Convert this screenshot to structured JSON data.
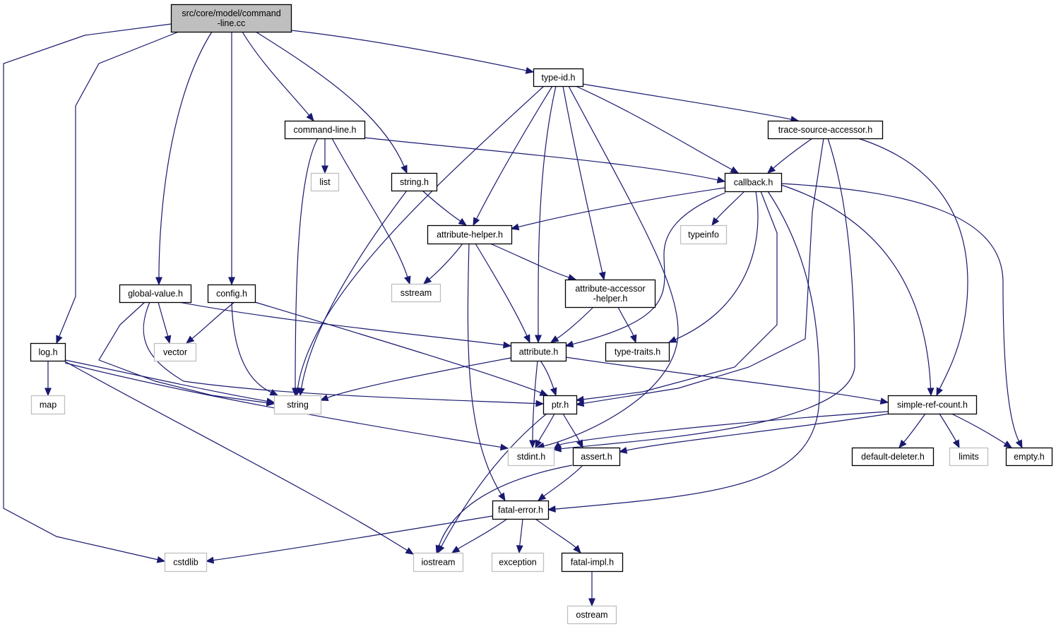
{
  "diagram": {
    "type": "include-dependency-graph",
    "colors": {
      "edge": "#191970",
      "root_fill": "#bfbfbf",
      "header_border": "#000000",
      "system_border": "#bfbfbf"
    },
    "nodes": [
      {
        "id": "root",
        "label": [
          "src/core/model/command",
          "-line.cc"
        ],
        "kind": "root"
      },
      {
        "id": "type-id",
        "label": [
          "type-id.h"
        ],
        "kind": "header"
      },
      {
        "id": "command-line",
        "label": [
          "command-line.h"
        ],
        "kind": "header"
      },
      {
        "id": "trace-source-accessor",
        "label": [
          "trace-source-accessor.h"
        ],
        "kind": "header"
      },
      {
        "id": "list",
        "label": [
          "list"
        ],
        "kind": "system"
      },
      {
        "id": "string-h",
        "label": [
          "string.h"
        ],
        "kind": "header"
      },
      {
        "id": "callback",
        "label": [
          "callback.h"
        ],
        "kind": "header"
      },
      {
        "id": "attribute-helper",
        "label": [
          "attribute-helper.h"
        ],
        "kind": "header"
      },
      {
        "id": "typeinfo",
        "label": [
          "typeinfo"
        ],
        "kind": "system"
      },
      {
        "id": "sstream",
        "label": [
          "sstream"
        ],
        "kind": "system"
      },
      {
        "id": "attribute-accessor-helper",
        "label": [
          "attribute-accessor",
          "-helper.h"
        ],
        "kind": "header"
      },
      {
        "id": "global-value",
        "label": [
          "global-value.h"
        ],
        "kind": "header"
      },
      {
        "id": "config",
        "label": [
          "config.h"
        ],
        "kind": "header"
      },
      {
        "id": "log",
        "label": [
          "log.h"
        ],
        "kind": "header"
      },
      {
        "id": "vector",
        "label": [
          "vector"
        ],
        "kind": "system"
      },
      {
        "id": "attribute",
        "label": [
          "attribute.h"
        ],
        "kind": "header"
      },
      {
        "id": "type-traits",
        "label": [
          "type-traits.h"
        ],
        "kind": "header"
      },
      {
        "id": "map",
        "label": [
          "map"
        ],
        "kind": "system"
      },
      {
        "id": "string",
        "label": [
          "string"
        ],
        "kind": "system"
      },
      {
        "id": "ptr",
        "label": [
          "ptr.h"
        ],
        "kind": "header"
      },
      {
        "id": "simple-ref-count",
        "label": [
          "simple-ref-count.h"
        ],
        "kind": "header"
      },
      {
        "id": "stdint",
        "label": [
          "stdint.h"
        ],
        "kind": "system"
      },
      {
        "id": "assert",
        "label": [
          "assert.h"
        ],
        "kind": "header"
      },
      {
        "id": "default-deleter",
        "label": [
          "default-deleter.h"
        ],
        "kind": "header"
      },
      {
        "id": "limits",
        "label": [
          "limits"
        ],
        "kind": "system"
      },
      {
        "id": "empty",
        "label": [
          "empty.h"
        ],
        "kind": "header"
      },
      {
        "id": "fatal-error",
        "label": [
          "fatal-error.h"
        ],
        "kind": "header"
      },
      {
        "id": "cstdlib",
        "label": [
          "cstdlib"
        ],
        "kind": "system"
      },
      {
        "id": "iostream",
        "label": [
          "iostream"
        ],
        "kind": "system"
      },
      {
        "id": "exception",
        "label": [
          "exception"
        ],
        "kind": "system"
      },
      {
        "id": "fatal-impl",
        "label": [
          "fatal-impl.h"
        ],
        "kind": "header"
      },
      {
        "id": "ostream",
        "label": [
          "ostream"
        ],
        "kind": "system"
      }
    ],
    "edges": [
      [
        "root",
        "type-id"
      ],
      [
        "root",
        "command-line"
      ],
      [
        "root",
        "string-h"
      ],
      [
        "root",
        "global-value"
      ],
      [
        "root",
        "config"
      ],
      [
        "root",
        "log"
      ],
      [
        "root",
        "cstdlib"
      ],
      [
        "type-id",
        "trace-source-accessor"
      ],
      [
        "type-id",
        "callback"
      ],
      [
        "type-id",
        "attribute-helper"
      ],
      [
        "type-id",
        "attribute-accessor-helper"
      ],
      [
        "type-id",
        "attribute"
      ],
      [
        "type-id",
        "string"
      ],
      [
        "type-id",
        "stdint"
      ],
      [
        "command-line",
        "list"
      ],
      [
        "command-line",
        "callback"
      ],
      [
        "command-line",
        "sstream"
      ],
      [
        "command-line",
        "string"
      ],
      [
        "trace-source-accessor",
        "callback"
      ],
      [
        "trace-source-accessor",
        "ptr"
      ],
      [
        "trace-source-accessor",
        "simple-ref-count"
      ],
      [
        "trace-source-accessor",
        "stdint"
      ],
      [
        "string-h",
        "attribute-helper"
      ],
      [
        "string-h",
        "string"
      ],
      [
        "callback",
        "attribute-helper"
      ],
      [
        "callback",
        "typeinfo"
      ],
      [
        "callback",
        "attribute"
      ],
      [
        "callback",
        "type-traits"
      ],
      [
        "callback",
        "ptr"
      ],
      [
        "callback",
        "simple-ref-count"
      ],
      [
        "callback",
        "empty"
      ],
      [
        "callback",
        "fatal-error"
      ],
      [
        "attribute-helper",
        "sstream"
      ],
      [
        "attribute-helper",
        "attribute-accessor-helper"
      ],
      [
        "attribute-helper",
        "attribute"
      ],
      [
        "attribute-helper",
        "fatal-error"
      ],
      [
        "attribute-accessor-helper",
        "attribute"
      ],
      [
        "attribute-accessor-helper",
        "type-traits"
      ],
      [
        "global-value",
        "vector"
      ],
      [
        "global-value",
        "attribute"
      ],
      [
        "global-value",
        "string"
      ],
      [
        "global-value",
        "ptr"
      ],
      [
        "config",
        "vector"
      ],
      [
        "config",
        "string"
      ],
      [
        "config",
        "ptr"
      ],
      [
        "log",
        "map"
      ],
      [
        "log",
        "string"
      ],
      [
        "log",
        "stdint"
      ],
      [
        "log",
        "iostream"
      ],
      [
        "attribute",
        "string"
      ],
      [
        "attribute",
        "ptr"
      ],
      [
        "attribute",
        "stdint"
      ],
      [
        "attribute",
        "simple-ref-count"
      ],
      [
        "ptr",
        "stdint"
      ],
      [
        "ptr",
        "assert"
      ],
      [
        "ptr",
        "iostream"
      ],
      [
        "simple-ref-count",
        "stdint"
      ],
      [
        "simple-ref-count",
        "assert"
      ],
      [
        "simple-ref-count",
        "default-deleter"
      ],
      [
        "simple-ref-count",
        "limits"
      ],
      [
        "simple-ref-count",
        "empty"
      ],
      [
        "assert",
        "fatal-error"
      ],
      [
        "assert",
        "iostream"
      ],
      [
        "fatal-error",
        "cstdlib"
      ],
      [
        "fatal-error",
        "iostream"
      ],
      [
        "fatal-error",
        "exception"
      ],
      [
        "fatal-error",
        "fatal-impl"
      ],
      [
        "fatal-impl",
        "ostream"
      ]
    ]
  }
}
